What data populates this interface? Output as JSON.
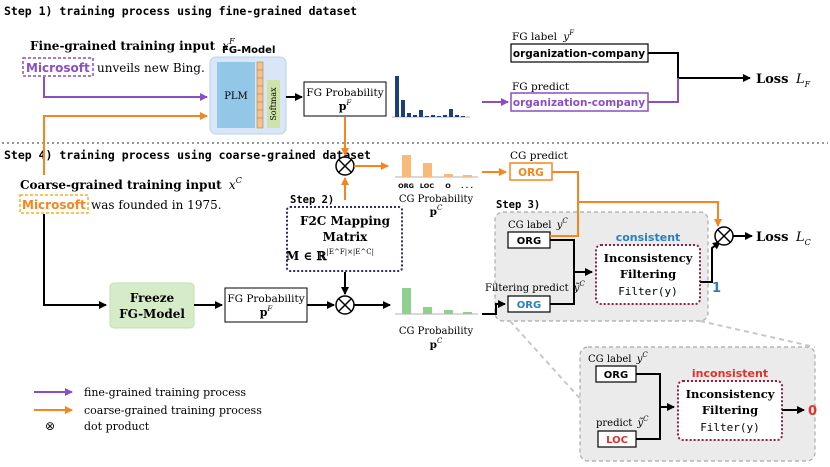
{
  "step1": {
    "title": "Step 1) training process using fine-grained dataset"
  },
  "step4": {
    "title": "Step 4) training process using coarse-grained dataset"
  },
  "fg_input": {
    "label_main": "Fine-grained training input",
    "label_var": "x",
    "label_sup": "F",
    "entity": "Microsoft",
    "rest": "unveils new Bing."
  },
  "cg_input": {
    "label_main": "Coarse-grained training input",
    "label_var": "x",
    "label_sup": "C",
    "entity": "Microsoft",
    "rest": "was founded in 1975."
  },
  "fg_model": {
    "title": "FG-Model",
    "plm": "PLM",
    "softmax": "Softmax"
  },
  "fg_prob_top": {
    "line1": "FG Probability",
    "line2": "p",
    "sup": "F"
  },
  "fg_label": {
    "title": "FG label",
    "var": "y",
    "sup": "F",
    "value": "organization-company"
  },
  "fg_predict": {
    "title": "FG predict",
    "value": "organization-company"
  },
  "loss_f": {
    "text": "Loss",
    "var": "L",
    "sub": "F"
  },
  "cg_predict_top": {
    "title": "CG predict",
    "value": "ORG"
  },
  "cg_prob_top": {
    "line1": "CG Probability",
    "line2": "p",
    "sup": "C"
  },
  "cg_prob_bottom": {
    "line1": "CG Probability",
    "line2": "p",
    "sup": "C"
  },
  "bar_labels": [
    "ORG",
    "LOC",
    "O",
    ". . ."
  ],
  "step2": {
    "title": "Step 2)",
    "box_line1": "F2C Mapping",
    "box_line2": "Matrix",
    "formula": "M ∈ ℝ",
    "exponent": "|E^F|×|E^C|"
  },
  "step3": {
    "title": "Step 3)"
  },
  "freeze": {
    "line1": "Freeze",
    "line2": "FG-Model"
  },
  "fg_prob_bottom": {
    "line1": "FG Probability",
    "line2": "p",
    "sup": "F"
  },
  "consistent_panel": {
    "cg_label_title": "CG label",
    "cg_label_var": "y",
    "cg_label_sup": "C",
    "cg_label_value": "ORG",
    "filter_title": "Filtering predict",
    "filter_var": "ỹ",
    "filter_sup": "C",
    "filter_value": "ORG",
    "status": "consistent",
    "box_line1": "Inconsistency",
    "box_line2": "Filtering",
    "box_line3": "Filter(y)",
    "output": "1"
  },
  "inconsistent_panel": {
    "cg_label_title": "CG label",
    "cg_label_var": "y",
    "cg_label_sup": "C",
    "cg_label_value": "ORG",
    "predict_title": "predict",
    "predict_var": "ỹ",
    "predict_sup": "C",
    "predict_value": "LOC",
    "status": "inconsistent",
    "box_line1": "Inconsistency",
    "box_line2": "Filtering",
    "box_line3": "Filter(y)",
    "output": "0"
  },
  "loss_c": {
    "text": "Loss",
    "var": "L",
    "sub": "C"
  },
  "legend": {
    "items": [
      {
        "label": "fine-grained training process",
        "color": "#8a4fc4"
      },
      {
        "label": "coarse-grained training process",
        "color": "#f5861f"
      },
      {
        "label": "dot product",
        "symbol": "⊗"
      }
    ]
  },
  "colors": {
    "purple": "#8a4fc4",
    "orange": "#f5861f",
    "navy": "#1c3f7a",
    "blue_text": "#2a7fc1",
    "red_text": "#e0322b",
    "maroon": "#8e1e4a",
    "green_box": "#d6ecc8",
    "panel_gray": "#ebebeb"
  }
}
